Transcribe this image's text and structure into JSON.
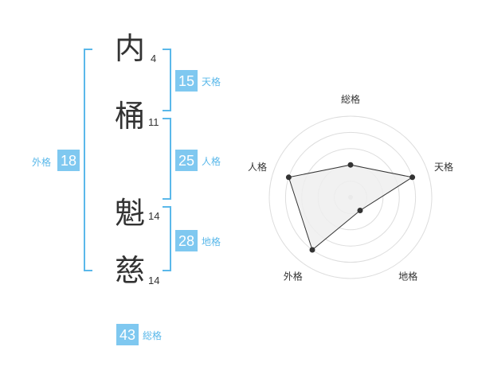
{
  "colors": {
    "accent": "#5ab8ea",
    "badge": "#7fc8f0",
    "text": "#333333",
    "grid": "#dddddd",
    "area": "#efefef",
    "line": "#333333"
  },
  "name": {
    "chars": [
      {
        "char": "内",
        "strokes": "4"
      },
      {
        "char": "桶",
        "strokes": "11"
      },
      {
        "char": "魁",
        "strokes": "14"
      },
      {
        "char": "慈",
        "strokes": "14"
      }
    ]
  },
  "fortunes": {
    "tenkaku": {
      "value": "15",
      "label": "天格"
    },
    "jinkaku": {
      "value": "25",
      "label": "人格"
    },
    "chikaku": {
      "value": "28",
      "label": "地格"
    },
    "gaikaku": {
      "value": "18",
      "label": "外格"
    },
    "soukaku": {
      "value": "43",
      "label": "総格"
    }
  },
  "chart_data": {
    "type": "radar",
    "axes": [
      "総格",
      "天格",
      "地格",
      "外格",
      "人格"
    ],
    "values": [
      2,
      4,
      1,
      4,
      4
    ],
    "max": 5,
    "rings": 5,
    "grid": true
  }
}
